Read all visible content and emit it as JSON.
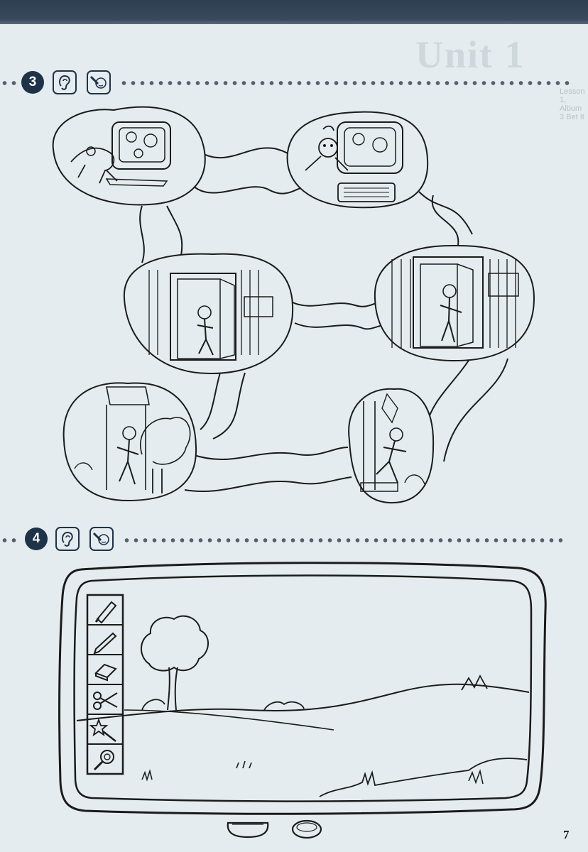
{
  "page": {
    "background_color": "#e4ecef",
    "ink_color": "#1b1b1b",
    "badge_color": "#1e3248",
    "ghost_title": "Unit 1",
    "ghost_subtitle": "Lesson 1, Album 3 Bet It",
    "page_number": "7"
  },
  "exercises": [
    {
      "number": "3",
      "icons": [
        "ear-icon",
        "pencil-face-icon"
      ]
    },
    {
      "number": "4",
      "icons": [
        "ear-icon",
        "pencil-face-icon"
      ]
    }
  ],
  "exercise3": {
    "scenes": [
      "computer-game-scene",
      "monkey-computer-scene",
      "girl-door-scene",
      "boy-door-scene",
      "boy-leaving-house-scene",
      "boy-running-scene"
    ]
  },
  "exercise4": {
    "tools": [
      "marker-icon",
      "pencil-icon",
      "eraser-icon",
      "scissors-icon",
      "magic-wand-icon",
      "magnifier-icon"
    ],
    "buttons": [
      "home-button",
      "round-button"
    ]
  }
}
